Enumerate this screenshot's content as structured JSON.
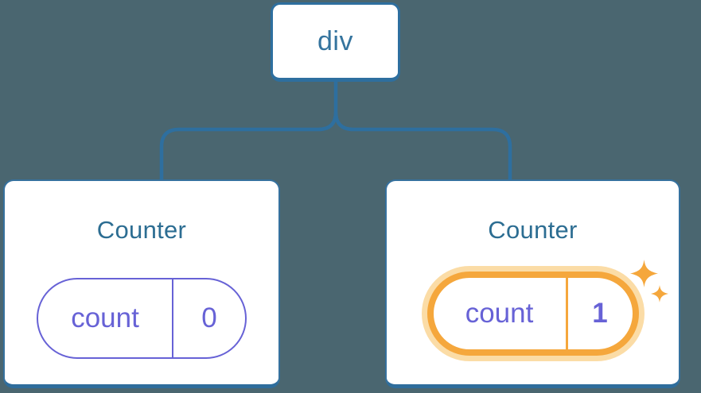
{
  "diagram": {
    "description": "Component tree: a div root element with two Counter children; the second Counter's state was updated",
    "root": {
      "label": "div"
    },
    "children": [
      {
        "title": "Counter",
        "state": {
          "name": "count",
          "value": "0"
        },
        "highlighted": false
      },
      {
        "title": "Counter",
        "state": {
          "name": "count",
          "value": "1"
        },
        "highlighted": true,
        "highlight_icon": "sparkles-icon"
      }
    ]
  },
  "colors": {
    "background": "#4A6670",
    "connector_blue": "#2E6F9F",
    "node_border_blue": "#2E6F9F",
    "node_text_blue": "#35749E",
    "card_border_blue": "#36719E",
    "card_title_blue": "#2C6D92",
    "state_purple": "#6762D6",
    "highlight_orange": "#F5A73C",
    "highlight_glow_orange": "#FBDCA6",
    "card_background": "#FFFFFF"
  }
}
